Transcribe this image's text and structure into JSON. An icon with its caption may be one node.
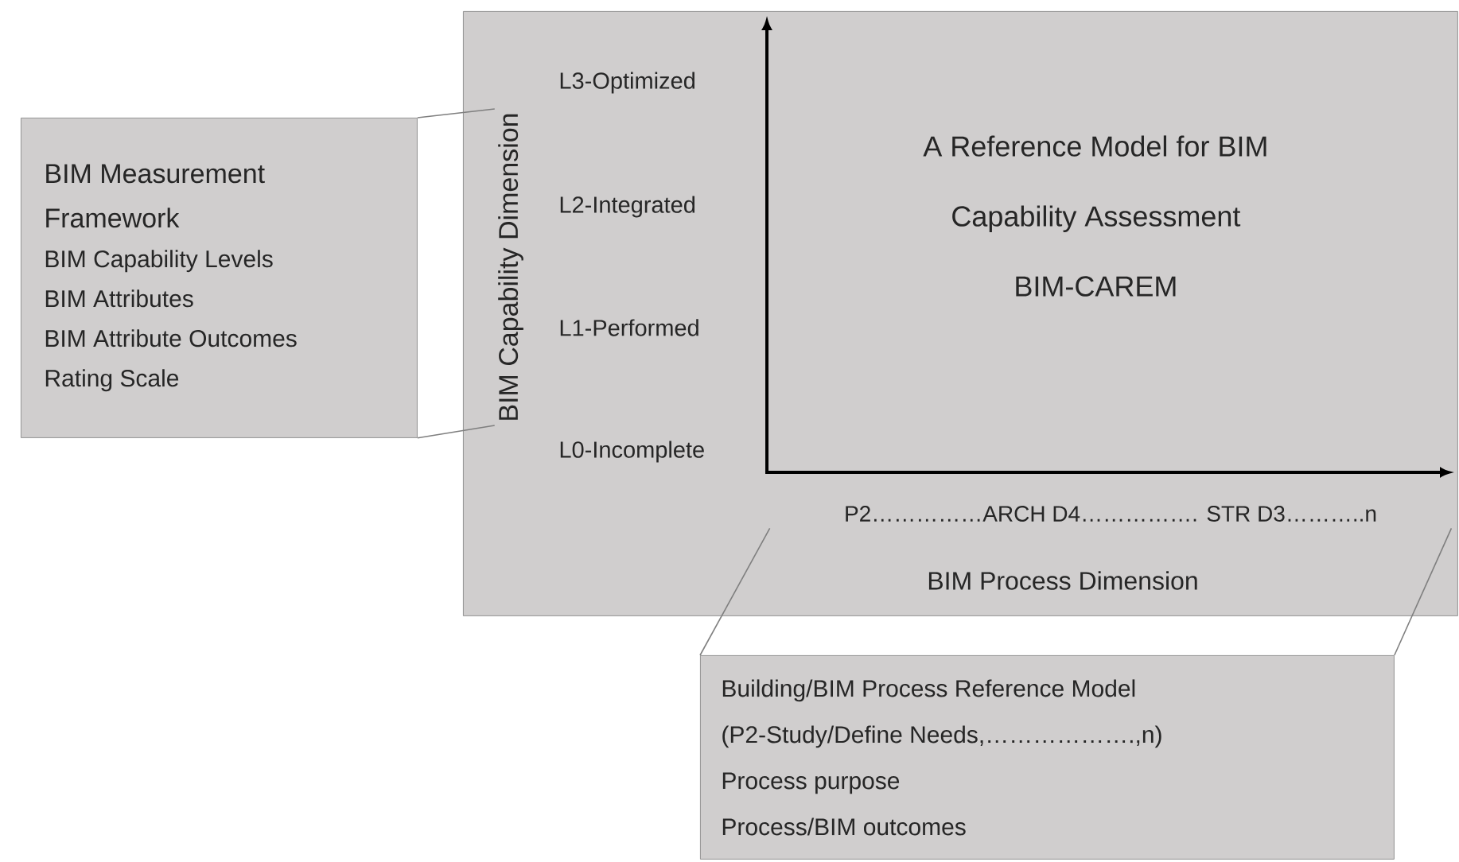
{
  "diagram": {
    "nodes": [
      {
        "text": [
          "A Reference Model for BIM Capability Assessment BIM-CAREM"
        ]
      },
      {
        "text": [
          "BIM Capability Dimension"
        ],
        "in": 0
      },
      {
        "text": [
          "P2……………ARCH D4……………. STR D3………..n"
        ],
        "in": 0
      },
      {
        "text": [
          "BIM Measurement Framework",
          "BIM Capability Levels",
          "BIM Attributes",
          "BIM Attribute Outcomes",
          "Rating Scale"
        ]
      },
      {
        "text": [
          "Building/BIM Process Reference Model",
          "(P2-Study/Define Needs,……………….,n)",
          "Process purpose",
          "Process/BIM outcomes"
        ]
      }
    ],
    "edges": [
      {
        "from": 3,
        "to": 1,
        "arrow": "none"
      },
      {
        "from": 3,
        "to": 1,
        "arrow": "none"
      },
      {
        "from": 4,
        "to": 2,
        "arrow": "none"
      },
      {
        "from": 4,
        "to": 2,
        "arrow": "none"
      }
    ],
    "labels": [
      "L3-Optimized",
      "L2-Integrated",
      "L1-Performed",
      "L0-Incomplete",
      "BIM Process Dimension"
    ]
  }
}
